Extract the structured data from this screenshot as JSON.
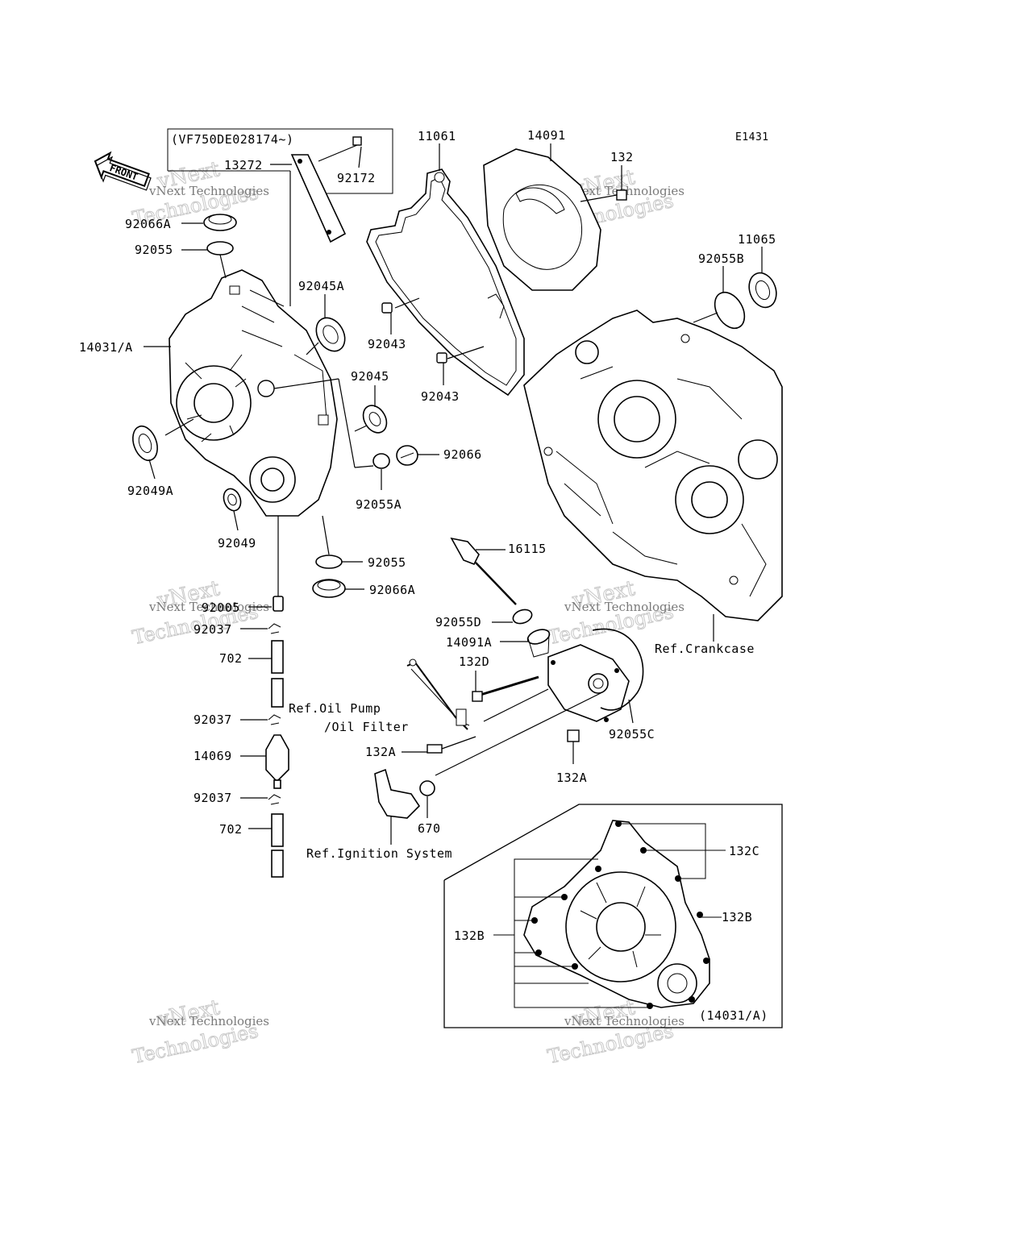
{
  "diagram_code": "E1431",
  "front_label": "FRONT",
  "serial_note": "(VF750DE028174~)",
  "parts": {
    "p13272": "13272",
    "p92172": "92172",
    "p11061": "11061",
    "p14091": "14091",
    "p132": "132",
    "p11065": "11065",
    "p92055B": "92055B",
    "p92066A_top": "92066A",
    "p92055_top": "92055",
    "p92045A": "92045A",
    "p14031A": "14031/A",
    "p92043a": "92043",
    "p92043b": "92043",
    "p92045": "92045",
    "p92066": "92066",
    "p92049A": "92049A",
    "p92055A": "92055A",
    "p92049": "92049",
    "p16115": "16115",
    "p92055_mid": "92055",
    "p92066A_mid": "92066A",
    "p92005": "92005",
    "p92037a": "92037",
    "p92055D": "92055D",
    "p14091A": "14091A",
    "p702a": "702",
    "p132D": "132D",
    "p92037b": "92037",
    "p14069": "14069",
    "p132A_left": "132A",
    "p92055C": "92055C",
    "p92037c": "92037",
    "p132A_right": "132A",
    "p670": "670",
    "p702b": "702",
    "p132C": "132C",
    "p132B_left": "132B",
    "p132B_right": "132B"
  },
  "references": {
    "crankcase": "Ref.Crankcase",
    "oil_pump_1": "Ref.Oil Pump",
    "oil_pump_2": "/Oil Filter",
    "ignition": "Ref.Ignition System"
  },
  "inset_label": "(14031/A)",
  "watermark": {
    "line1": "vNext Technologies",
    "line2a": "vNext",
    "line2b": "Technologies"
  }
}
